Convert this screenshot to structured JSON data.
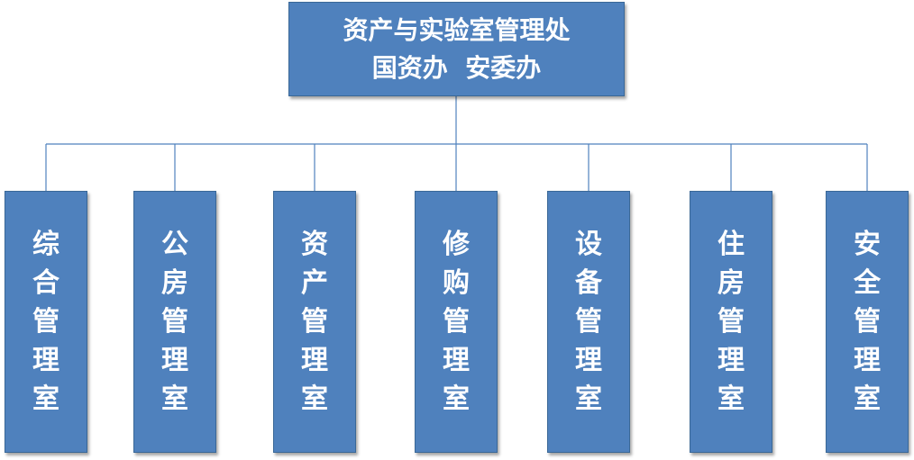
{
  "root": {
    "line1": "资产与实验室管理处",
    "line2": "国资办  安委办"
  },
  "departments": [
    {
      "label": "综合管理室"
    },
    {
      "label": "公房管理室"
    },
    {
      "label": "资产管理室"
    },
    {
      "label": "修购管理室"
    },
    {
      "label": "设备管理室"
    },
    {
      "label": "住房管理室"
    },
    {
      "label": "安全管理室"
    }
  ],
  "colors": {
    "box_fill": "#4f81bd",
    "box_border": "#3a6897",
    "connector": "#4f81bd",
    "text": "#ffffff"
  }
}
